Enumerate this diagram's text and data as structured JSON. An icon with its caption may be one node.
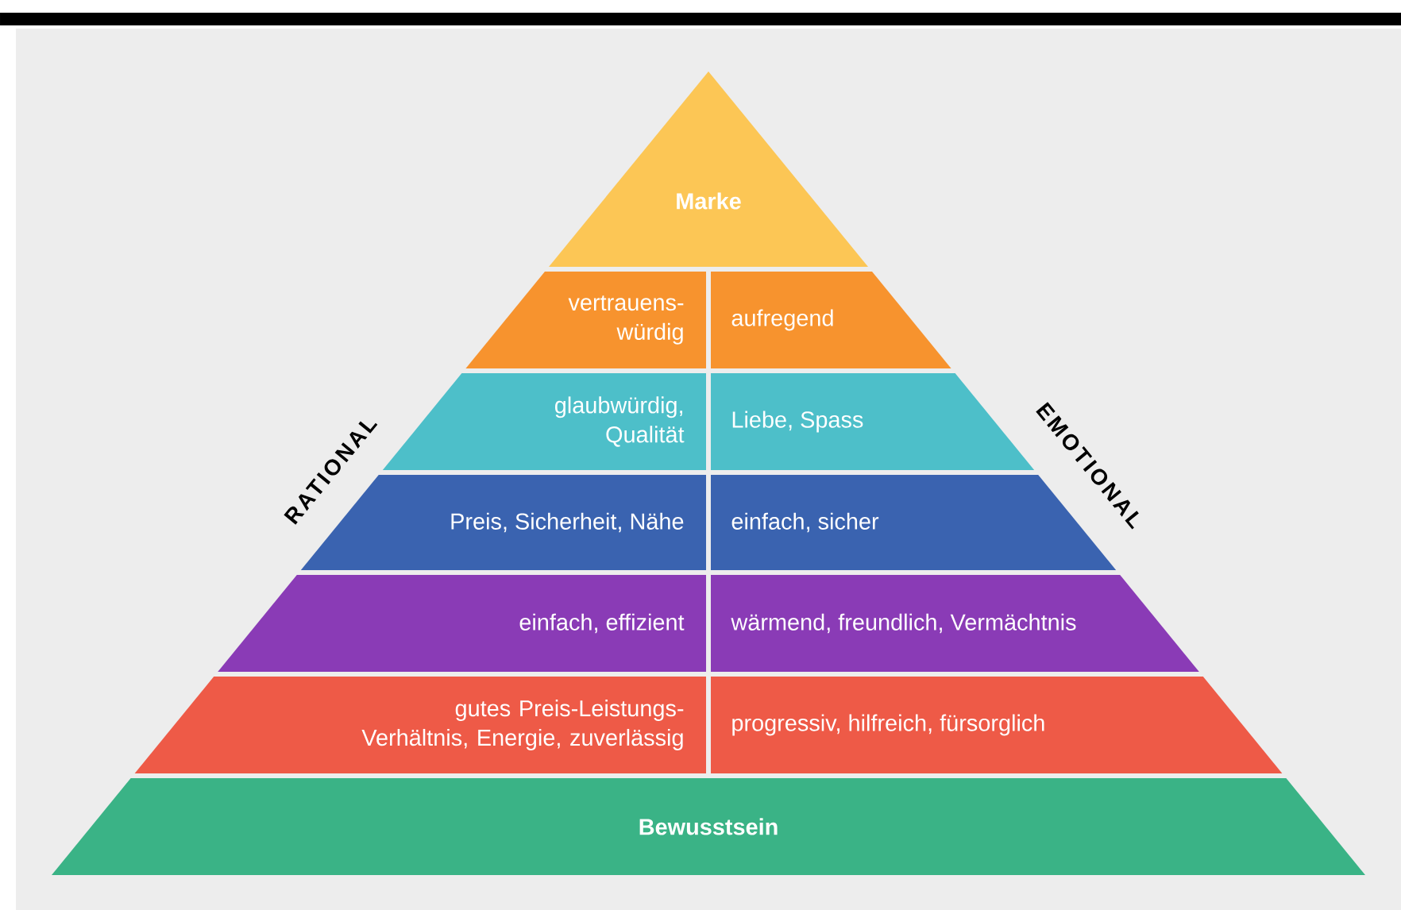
{
  "diagram": {
    "nodes": [
      {
        "text": [
          "Marke"
        ]
      },
      {
        "text": [
          "vertrauens- würdig"
        ]
      },
      {
        "text": [
          "aufregend"
        ]
      },
      {
        "text": [
          "glaubwürdig, Qualität"
        ]
      },
      {
        "text": [
          "Liebe, Spass"
        ]
      },
      {
        "text": [
          "Preis, Sicherheit, Nähe"
        ]
      },
      {
        "text": [
          "einfach, sicher"
        ]
      },
      {
        "text": [
          "einfach, effizient"
        ]
      },
      {
        "text": [
          "wärmend, freundlich, Vermächtnis"
        ]
      },
      {
        "text": [
          "gutes Preis-Leistungs-Verhältnis, Energie, zuverlässig"
        ]
      },
      {
        "text": [
          "progressiv, hilfreich, fürsorglich"
        ]
      },
      {
        "text": [
          "Bewusstsein"
        ]
      }
    ],
    "edges": [],
    "labels": [
      "RATIONAL",
      "EMOTIONAL"
    ]
  }
}
